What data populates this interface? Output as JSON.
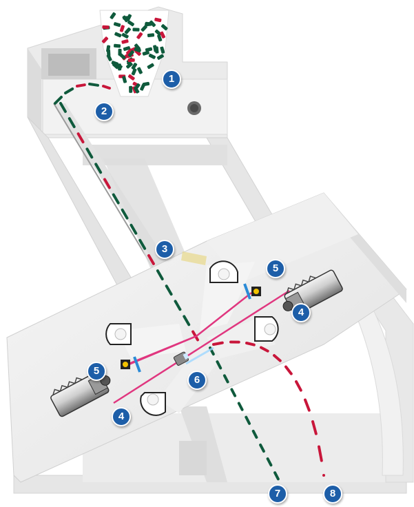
{
  "colors": {
    "frame": "#ececec",
    "frame_edge": "#cfcfcf",
    "panel": "#f4f4f4",
    "kernel_green": "#0f5a3c",
    "kernel_red": "#c8163a",
    "laser": "#e0367f",
    "filter": "#2a8ad6",
    "sensor": "#f2c200",
    "callout": "#1d5ea8"
  },
  "callouts": [
    {
      "id": "hopper",
      "label": "1"
    },
    {
      "id": "chute-entry",
      "label": "2"
    },
    {
      "id": "lamp",
      "label": "3"
    },
    {
      "id": "laser-left",
      "label": "4"
    },
    {
      "id": "laser-right",
      "label": "4"
    },
    {
      "id": "filter-left",
      "label": "5"
    },
    {
      "id": "filter-right",
      "label": "5"
    },
    {
      "id": "ejector",
      "label": "6"
    },
    {
      "id": "accept-out",
      "label": "7"
    },
    {
      "id": "reject-out",
      "label": "8"
    }
  ]
}
